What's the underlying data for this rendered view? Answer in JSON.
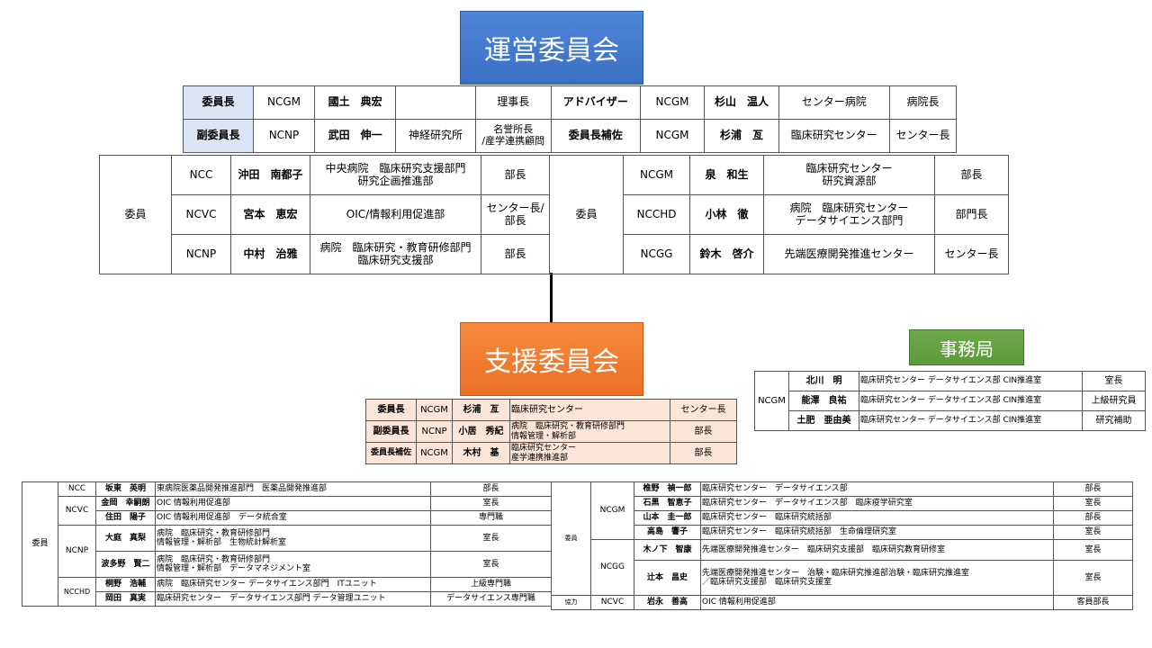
{
  "titles": {
    "unei": "運営委員会",
    "shien": "支援委員会",
    "jimu": "事務局"
  },
  "unei_top": {
    "r1": [
      "委員長",
      "NCGM",
      "國土　典宏",
      "",
      "理事長",
      "アドバイザー",
      "NCGM",
      "杉山　温人",
      "センター病院",
      "病院長"
    ],
    "r2": [
      "副委員長",
      "NCNP",
      "武田　伸一",
      "神経研究所",
      "名誉所長\n/産学連携顧問",
      "委員長補佐",
      "NCGM",
      "杉浦　亙",
      "臨床研究センター",
      "センター長"
    ]
  },
  "unei_members": {
    "label_left": "委員",
    "label_right": "委員",
    "rows": [
      [
        "NCC",
        "沖田　南都子",
        "中央病院　臨床研究支援部門\n研究企画推進部",
        "部長",
        "NCGM",
        "泉　和生",
        "臨床研究センター\n研究資源部",
        "部長"
      ],
      [
        "NCVC",
        "宮本　恵宏",
        "OIC/情報利用促進部",
        "センター長/\n部長",
        "NCCHD",
        "小林　徹",
        "病院　臨床研究センター\nデータサイエンス部門",
        "部門長"
      ],
      [
        "NCNP",
        "中村　治雅",
        "病院　臨床研究・教育研修部門\n臨床研究支援部",
        "部長",
        "NCGG",
        "鈴木　啓介",
        "先端医療開発推進センター",
        "センター長"
      ]
    ]
  },
  "shien_top": [
    [
      "委員長",
      "NCGM",
      "杉浦　亙",
      "臨床研究センター",
      "センター長"
    ],
    [
      "副委員長",
      "NCNP",
      "小居　秀紀",
      "病院　臨床研究・教育研修部門\n情報管理・解析部",
      "部長"
    ],
    [
      "委員長補佐",
      "NCGM",
      "木村　基",
      "臨床研究センター\n産学連携推進部",
      "部長"
    ]
  ],
  "jimu": {
    "org": "NCGM",
    "rows": [
      [
        "北川　明",
        "臨床研究センター データサイエンス部 CIN推進室",
        "室長"
      ],
      [
        "能澤　良祐",
        "臨床研究センター データサイエンス部 CIN推進室",
        "上級研究員"
      ],
      [
        "土肥　亜由美",
        "臨床研究センター データサイエンス部 CIN推進室",
        "研究補助"
      ]
    ]
  },
  "shien_left": {
    "label": "委員",
    "ncc": "NCC",
    "ncvc": "NCVC",
    "ncnp": "NCNP",
    "ncchd": "NCCHD",
    "rows": [
      [
        "坂東　英明",
        "東病院医薬品開発推進部門　医薬品開発推進部",
        "部長"
      ],
      [
        "金岡　幸嗣朗",
        "OIC 情報利用促進部",
        "室長"
      ],
      [
        "住田　陽子",
        "OIC 情報利用促進部　データ統合室",
        "専門職"
      ],
      [
        "大庭　真梨",
        "病院　臨床研究・教育研修部門\n情報管理・解析部　生物統計解析室",
        "室長"
      ],
      [
        "波多野　賢二",
        "病院　臨床研究・教育研修部門\n情報管理・解析部　データマネジメント室",
        "室長"
      ],
      [
        "桐野　浩輔",
        "病院　臨床研究センター データサイエンス部門　ITユニット",
        "上級専門職"
      ],
      [
        "岡田　真実",
        "臨床研究センター　データサイエンス部門 データ管理ユニット",
        "データサイエンス専門職"
      ]
    ]
  },
  "shien_right": {
    "label": "委員",
    "label2": "協力",
    "ncgm": "NCGM",
    "ncgg": "NCGG",
    "ncvc": "NCVC",
    "rows": [
      [
        "椎野　禎一郎",
        "臨床研究センター　データサイエンス部",
        "部長"
      ],
      [
        "石黒　智恵子",
        "臨床研究センター　データサイエンス部　臨床疫学研究室",
        "室長"
      ],
      [
        "山本　圭一郎",
        "臨床研究センター　臨床研究統括部",
        "部長"
      ],
      [
        "高島　響子",
        "臨床研究センター　臨床研究統括部　生命倫理研究室",
        "室長"
      ],
      [
        "木ノ下　智康",
        "先端医療開発推進センター　臨床研究支援部　臨床研究教育研修室",
        "室長"
      ],
      [
        "辻本　昌史",
        "先端医療開発推進センター　治験・臨床研究推進部治験・臨床研究推進室\n／臨床研究支援部　臨床研究支援室",
        "室長"
      ],
      [
        "岩永　善高",
        "OIC 情報利用促進部",
        "客員部長"
      ]
    ]
  }
}
